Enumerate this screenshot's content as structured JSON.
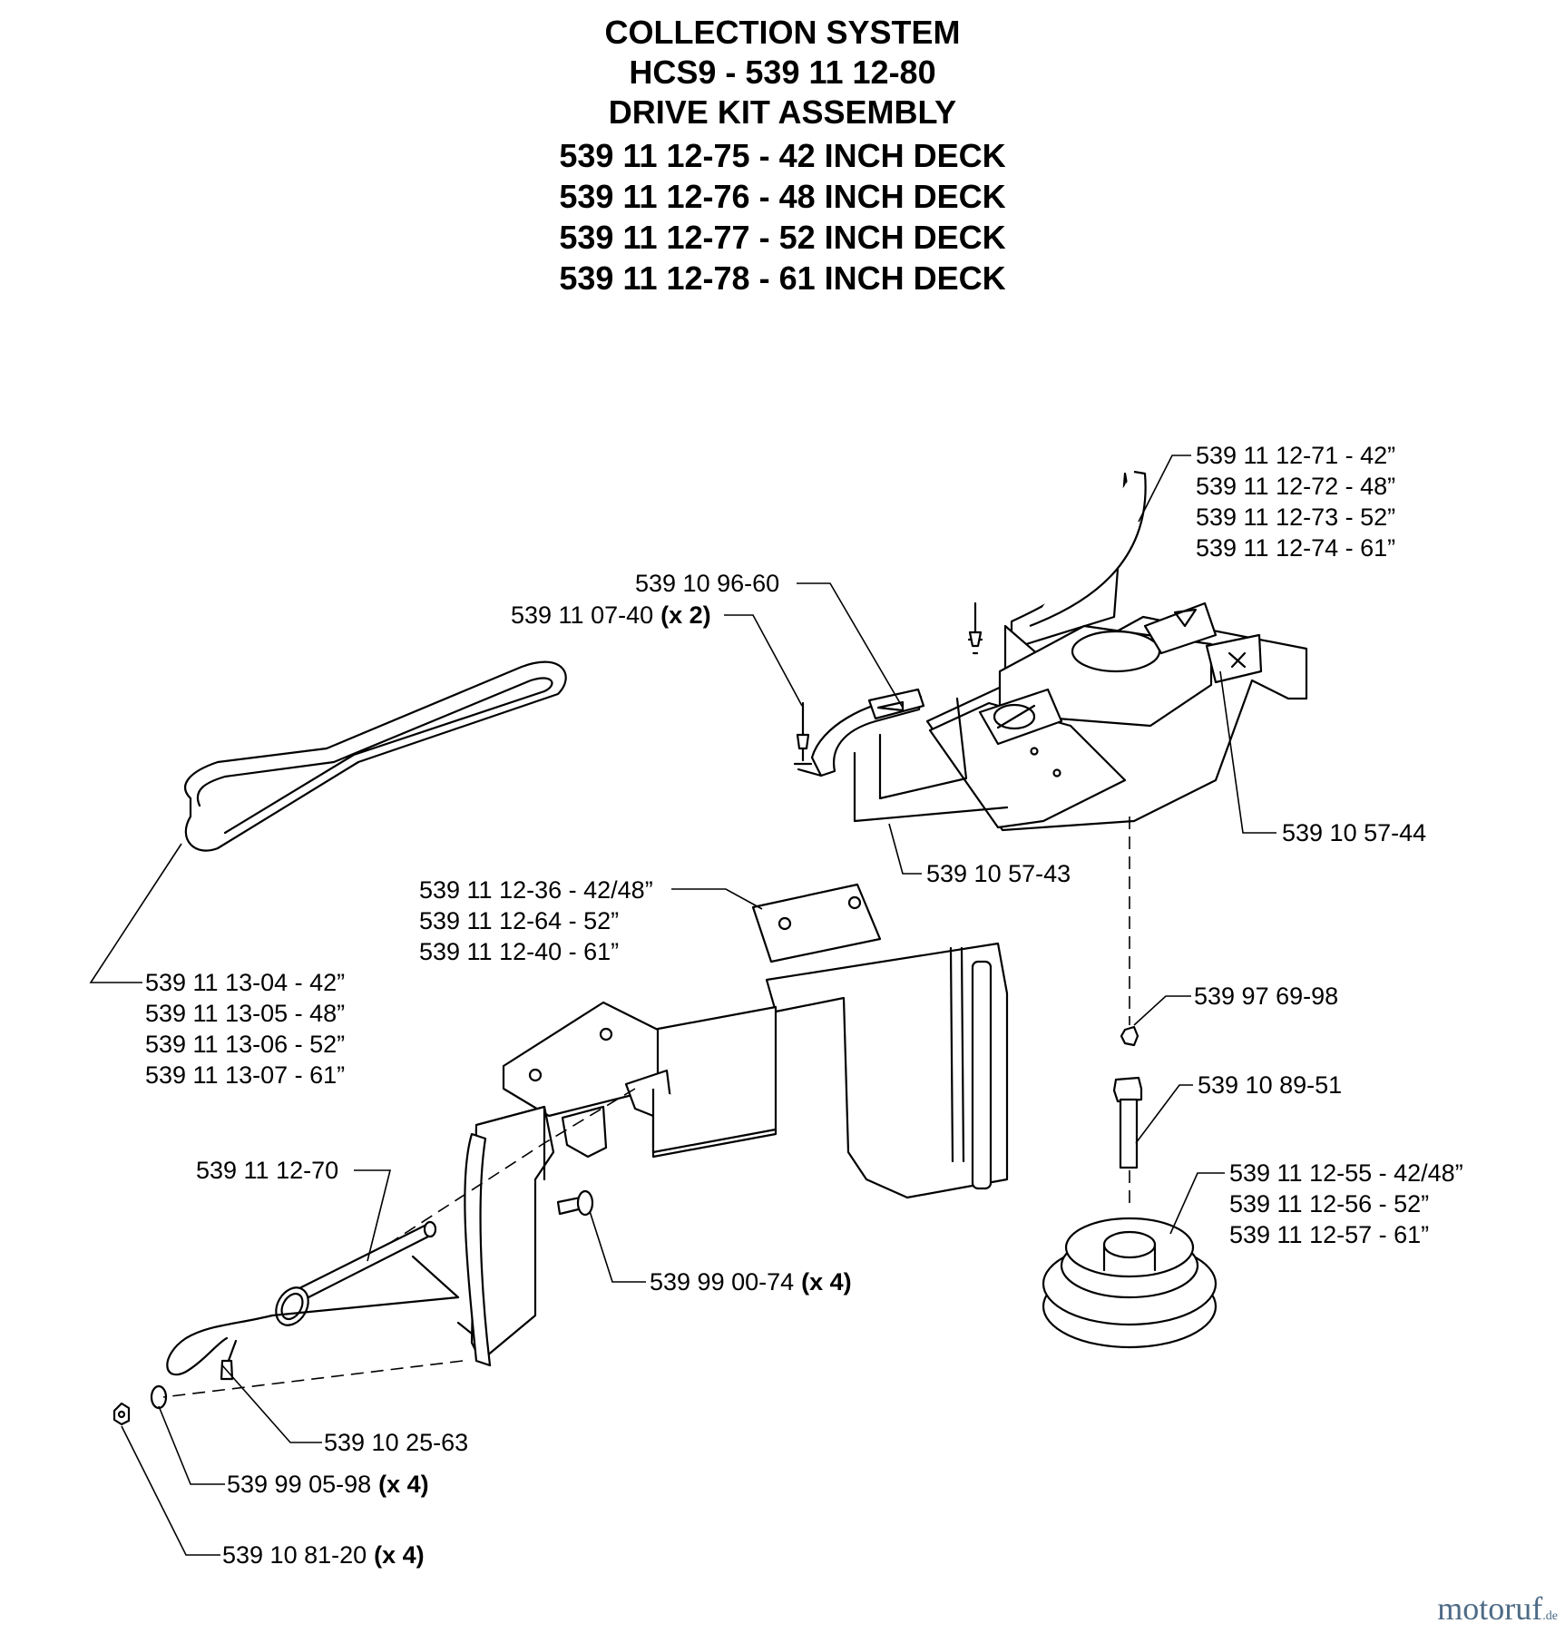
{
  "header": {
    "line1": "COLLECTION SYSTEM",
    "line2": "HCS9 - 539 11 12-80",
    "line3": "DRIVE KIT ASSEMBLY",
    "line4": "539 11 12-75 - 42 INCH DECK",
    "line5": "539 11 12-76 - 48 INCH DECK",
    "line6": "539 11 12-77 - 52 INCH DECK",
    "line7": "539 11 12-78 - 61 INCH DECK"
  },
  "labels": {
    "chute_cover": [
      "539 11 12-71 - 42”",
      "539 11 12-72 - 48”",
      "539 11 12-73 - 52”",
      "539 11 12-74 - 61”"
    ],
    "latch": "539 10 96-60",
    "rivet_num": "539 11 07-40",
    "rivet_qty": "(x 2)",
    "decal_44": "539 10 57-44",
    "decal_43": "539 10 57-43",
    "bracket": [
      "539 11 12-36 - 42/48”",
      "539 11 12-64 - 52”",
      "539 11 12-40 - 61”"
    ],
    "belt": [
      "539 11 13-04 - 42”",
      "539 11 13-05 - 48”",
      "539 11 13-06 - 52”",
      "539 11 13-07 - 61”"
    ],
    "nut_top": "539 97 69-98",
    "bolt": "539 10 89-51",
    "pulley": [
      "539 11 12-55 - 42/48”",
      "539 11 12-56 - 52”",
      "539 11 12-57 - 61”"
    ],
    "pin": "539 11 12-70",
    "screw_num": "539 99 00-74",
    "screw_qty": "(x 4)",
    "lanyard": "539 10 25-63",
    "washer_num": "539 99 05-98",
    "washer_qty": "(x 4)",
    "nut_num": "539 10 81-20",
    "nut_qty": "(x 4)"
  },
  "watermark": {
    "main": "motoruf",
    "suffix": ".de"
  }
}
